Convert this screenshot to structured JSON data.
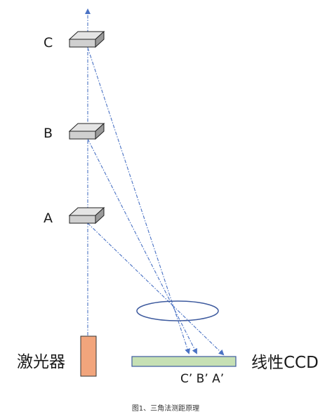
{
  "positions": [
    {
      "label": "C"
    },
    {
      "label": "B"
    },
    {
      "label": "A"
    }
  ],
  "labels": {
    "laser": "激光器",
    "sensor": "线性CCD",
    "ccd_marks": "C’ B’ A’"
  },
  "caption": "图1、三角法测距原理",
  "colors": {
    "beam": "#4a72c4",
    "laser": "#f2a57c",
    "ccd": "#c6e0b4",
    "lens": "#3d5a9e",
    "block_top": "#e4e4e4",
    "block_front": "#d0d0d0",
    "block_side": "#9a9a9a"
  }
}
